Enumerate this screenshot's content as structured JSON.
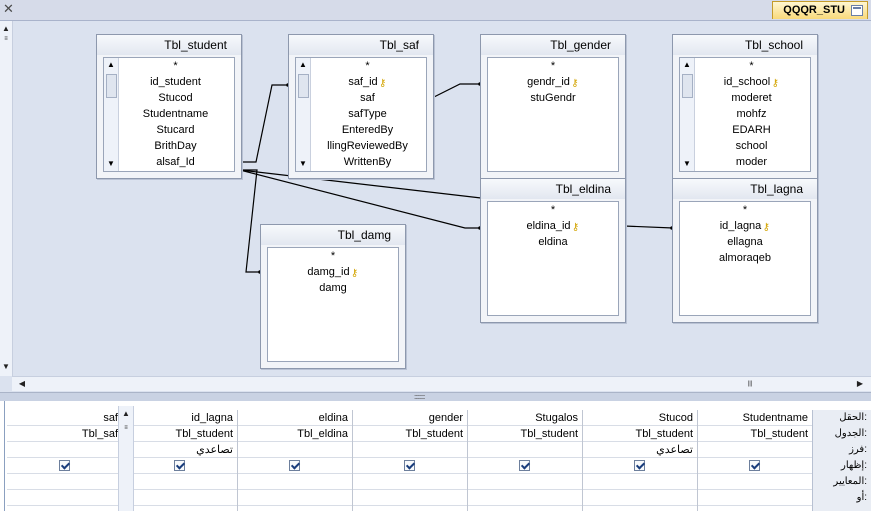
{
  "window": {
    "tab_title": "QQQR_STU",
    "close_glyph": "✕"
  },
  "tables": [
    {
      "id": "student",
      "title": "Tbl_student",
      "fields": [
        "*",
        "id_student",
        "Stucod",
        "Studentname",
        "Stucard",
        "BrithDay",
        "alsaf_Id"
      ],
      "keys": []
    },
    {
      "id": "saf",
      "title": "Tbl_saf",
      "fields": [
        "*",
        "saf_id",
        "saf",
        "safType",
        "EnteredBy",
        "llingReviewedBy",
        "WrittenBy"
      ],
      "keys": [
        "saf_id"
      ]
    },
    {
      "id": "gender",
      "title": "Tbl_gender",
      "fields": [
        "*",
        "gendr_id",
        "stuGendr"
      ],
      "keys": [
        "gendr_id"
      ]
    },
    {
      "id": "school",
      "title": "Tbl_school",
      "fields": [
        "*",
        "id_school",
        "moderet",
        "mohfz",
        "EDARH",
        "school",
        "moder"
      ],
      "keys": [
        "id_school"
      ]
    },
    {
      "id": "damg",
      "title": "Tbl_damg",
      "fields": [
        "*",
        "damg_id",
        "damg"
      ],
      "keys": [
        "damg_id"
      ]
    },
    {
      "id": "eldina",
      "title": "Tbl_eldina",
      "fields": [
        "*",
        "eldina_id",
        "eldina"
      ],
      "keys": [
        "eldina_id"
      ]
    },
    {
      "id": "lagna",
      "title": "Tbl_lagna",
      "fields": [
        "*",
        "id_lagna",
        "ellagna",
        "almoraqeb"
      ],
      "keys": [
        "id_lagna"
      ]
    }
  ],
  "grid": {
    "row_labels": [
      "الحقل:",
      "الجدول:",
      "فرز:",
      "إظهار:",
      "المعايير:",
      "أو:"
    ],
    "columns": [
      {
        "field": "Studentname",
        "table": "Tbl_student",
        "sort": "",
        "show": true
      },
      {
        "field": "Stucod",
        "table": "Tbl_student",
        "sort": "تصاعدي",
        "show": true
      },
      {
        "field": "Stugalos",
        "table": "Tbl_student",
        "sort": "",
        "show": true
      },
      {
        "field": "gender",
        "table": "Tbl_student",
        "sort": "",
        "show": true
      },
      {
        "field": "eldina",
        "table": "Tbl_eldina",
        "sort": "",
        "show": true
      },
      {
        "field": "id_lagna",
        "table": "Tbl_student",
        "sort": "تصاعدي",
        "show": true
      },
      {
        "field": "saf",
        "table": "Tbl_saf",
        "sort": "",
        "show": true
      }
    ]
  }
}
